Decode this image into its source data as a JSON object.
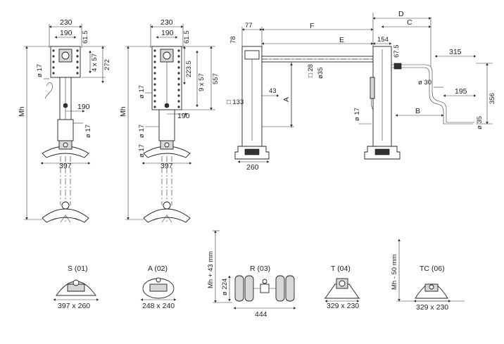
{
  "front_view_1": {
    "d230": "230",
    "d190": "190",
    "d61_5": "61.5",
    "d4x57": "4 x 57",
    "d272": "272",
    "d17": "ø 17",
    "d190b": "190",
    "d17b": "ø 17",
    "d397": "397",
    "mh": "Mh"
  },
  "front_view_2": {
    "d230": "230",
    "d190": "190",
    "d61_5": "61.5",
    "d223_5": "223.5",
    "d9x57": "9 x 57",
    "d557": "557",
    "d17a": "ø 17",
    "d17b": "ø 17",
    "d190b": "190",
    "d17c": "ø 17",
    "d397": "397",
    "mh": "Mh"
  },
  "side_view": {
    "D": "D",
    "C": "C",
    "F": "F",
    "E": "E",
    "d77": "77",
    "d78": "78",
    "d154": "154",
    "d67_5": "67.5",
    "d315": "315",
    "sq28": "□ 28",
    "e35": "ø35",
    "A": "A",
    "d43": "43",
    "sq133": "□ 133",
    "d30": "ø 30",
    "d195": "195",
    "d356": "356",
    "B": "B",
    "d17": "ø 17",
    "d35": "ø 35",
    "d260": "260"
  },
  "feet": [
    {
      "label": "S (01)",
      "dims": "397 x 260"
    },
    {
      "label": "A (02)",
      "dims": "248 x 240"
    },
    {
      "label": "R (03)",
      "dims": "444",
      "side_dim": "ø 224",
      "height_label": "Mh + 43 mm"
    },
    {
      "label": "T (04)",
      "dims": "329 x 230"
    },
    {
      "label": "TC (06)",
      "dims": "329 x 230",
      "height_label": "Mh - 50 mm"
    }
  ]
}
